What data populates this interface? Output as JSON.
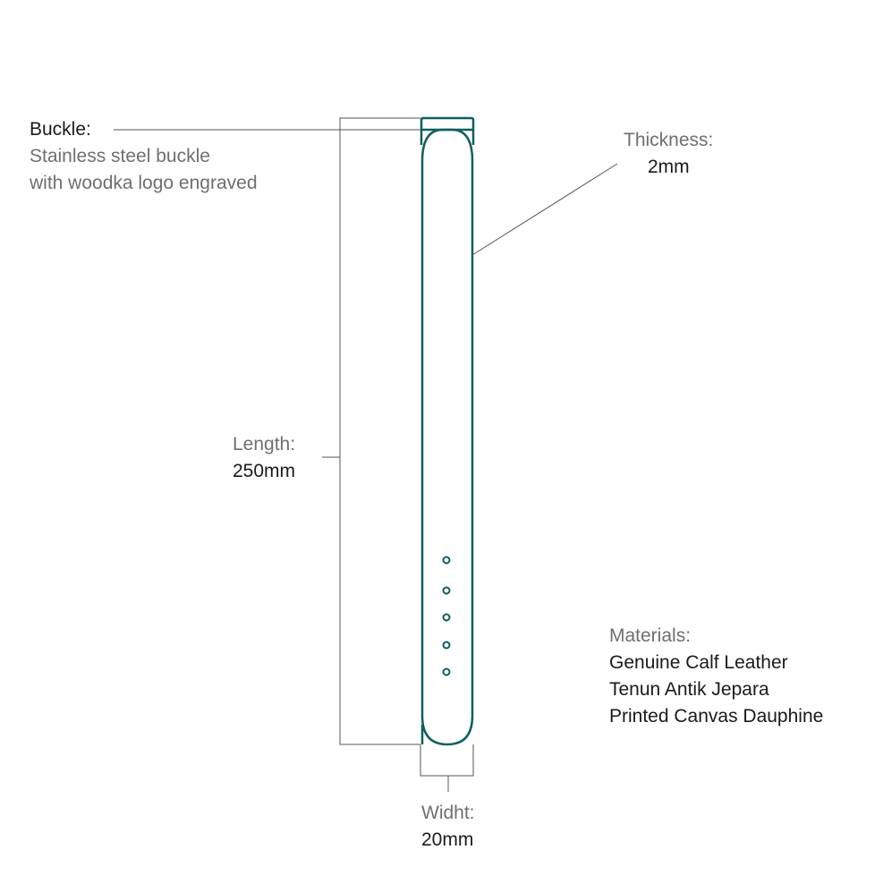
{
  "colors": {
    "strap": "#0f5f5f",
    "lines": "#555555"
  },
  "buckle": {
    "label": "Buckle:",
    "lines": [
      "Stainless steel buckle",
      "with woodka logo engraved"
    ]
  },
  "thickness": {
    "label": "Thickness:",
    "value": "2mm"
  },
  "length": {
    "label": "Length:",
    "value": "250mm"
  },
  "width": {
    "label": "Widht:",
    "value": "20mm"
  },
  "materials": {
    "label": "Materials:",
    "items": [
      "Genuine Calf Leather",
      "Tenun Antik Jepara",
      "Printed Canvas Dauphine"
    ]
  },
  "strap": {
    "holes": 5
  }
}
